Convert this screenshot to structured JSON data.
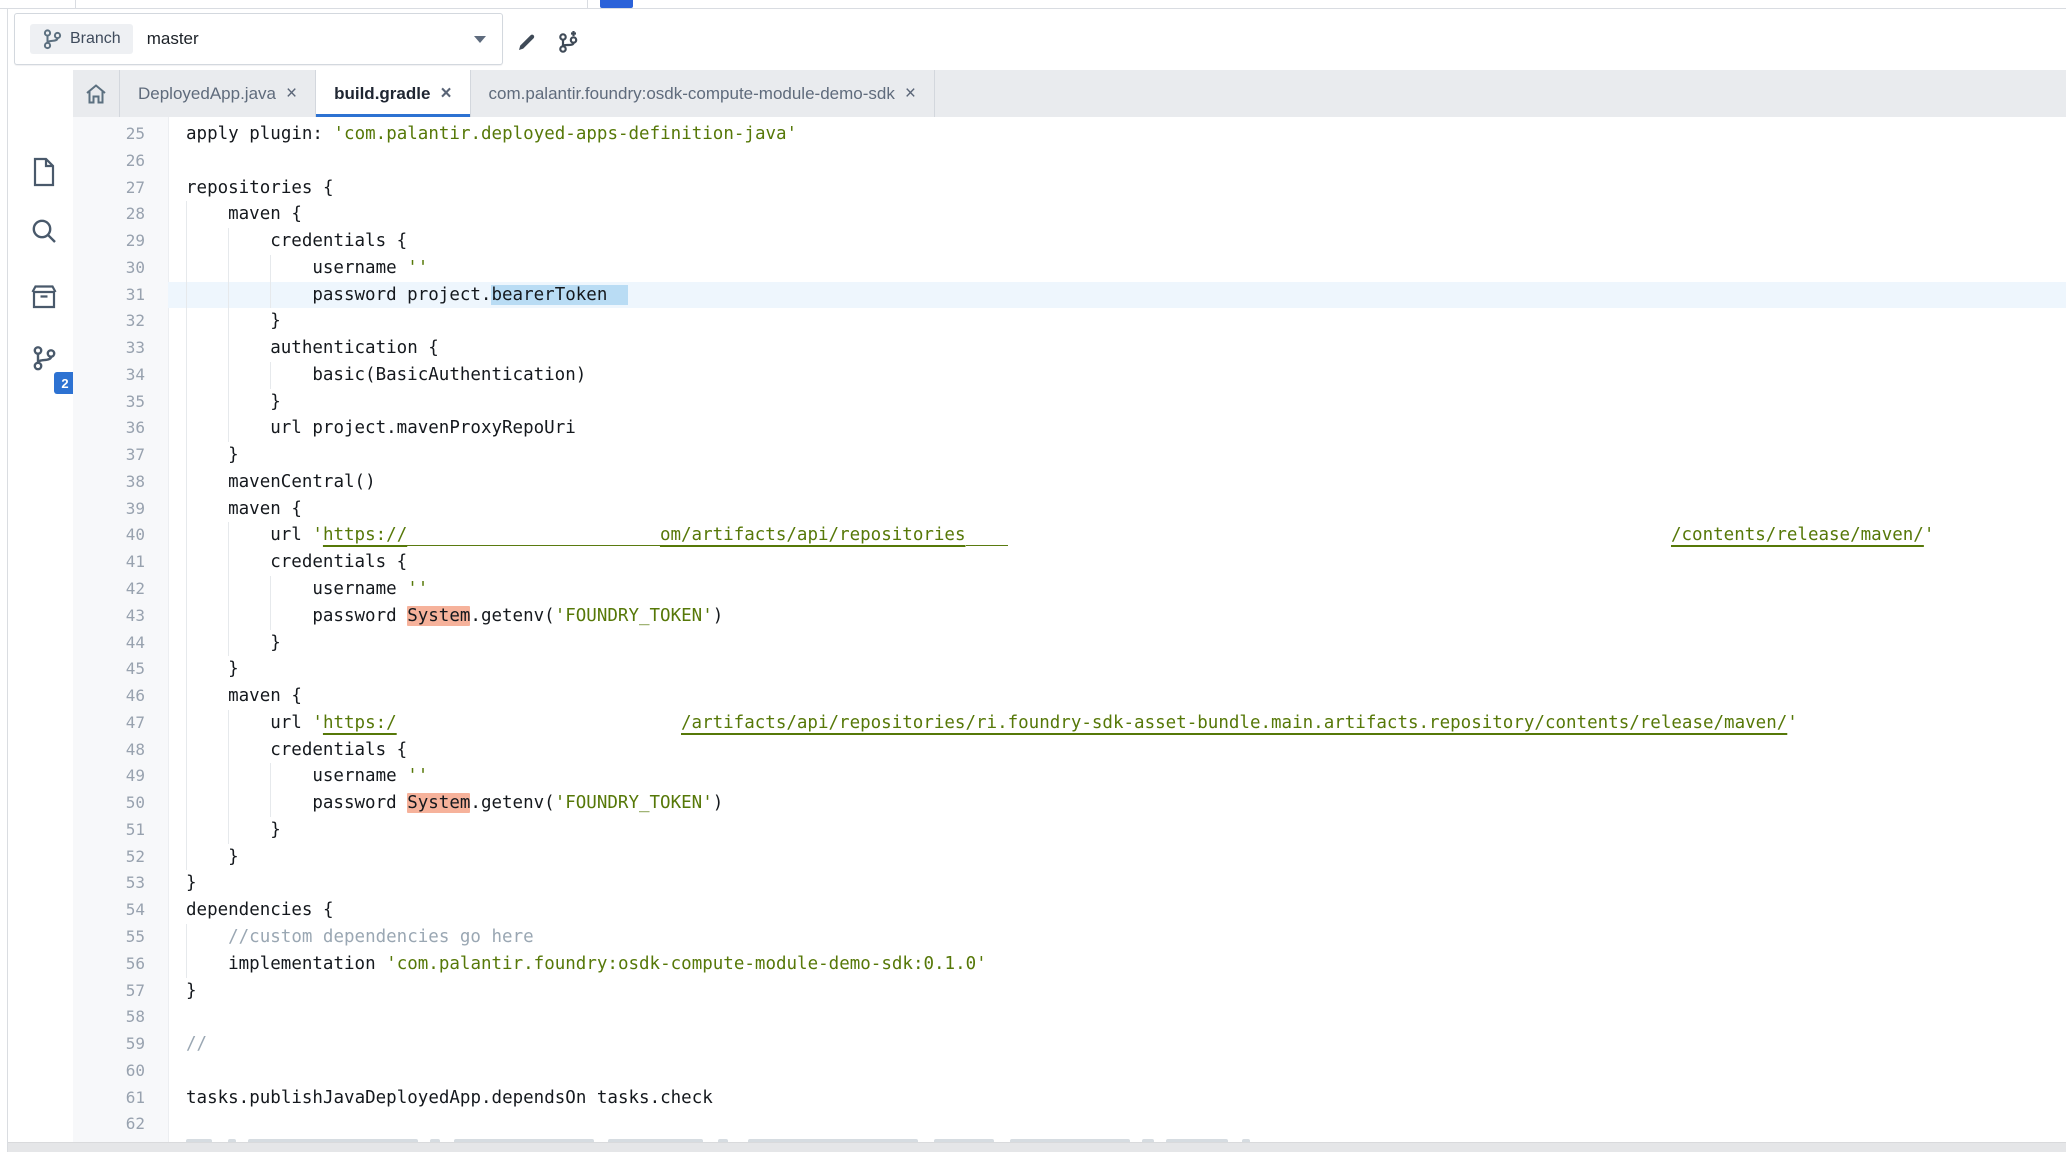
{
  "ui": {
    "close_glyph": "×"
  },
  "toolbar": {
    "branch_label": "Branch",
    "branch_value": "master"
  },
  "tabs": [
    {
      "label": "DeployedApp.java"
    },
    {
      "label": "build.gradle",
      "active": true
    },
    {
      "label": "com.palantir.foundry:osdk-compute-module-demo-sdk"
    }
  ],
  "sidebar": {
    "badge_count": "2"
  },
  "colors": {
    "accent": "#2d72d2",
    "selection": "#b9dcf4",
    "match_highlight": "#f6b29b",
    "string": "#567808"
  },
  "editor": {
    "lines": [
      {
        "n": 25,
        "ind": 0,
        "toks": [
          [
            "p",
            "apply plugin: "
          ],
          [
            "s",
            "'com.palantir.deployed-apps-definition-java'"
          ]
        ]
      },
      {
        "n": 26,
        "ind": 0,
        "toks": []
      },
      {
        "n": 27,
        "ind": 0,
        "toks": [
          [
            "p",
            "repositories {"
          ]
        ]
      },
      {
        "n": 28,
        "ind": 4,
        "toks": [
          [
            "p",
            "maven {"
          ]
        ]
      },
      {
        "n": 29,
        "ind": 8,
        "toks": [
          [
            "p",
            "credentials {"
          ]
        ]
      },
      {
        "n": 30,
        "ind": 12,
        "toks": [
          [
            "p",
            "username "
          ],
          [
            "s",
            "''"
          ]
        ]
      },
      {
        "n": 31,
        "ind": 12,
        "hl": true,
        "toks": [
          [
            "p",
            "password project."
          ],
          [
            "sel",
            "bearerToken  "
          ]
        ]
      },
      {
        "n": 32,
        "ind": 8,
        "toks": [
          [
            "p",
            "}"
          ]
        ]
      },
      {
        "n": 33,
        "ind": 8,
        "toks": [
          [
            "p",
            "authentication {"
          ]
        ]
      },
      {
        "n": 34,
        "ind": 12,
        "toks": [
          [
            "p",
            "basic(BasicAuthentication)"
          ]
        ]
      },
      {
        "n": 35,
        "ind": 8,
        "toks": [
          [
            "p",
            "}"
          ]
        ]
      },
      {
        "n": 36,
        "ind": 8,
        "toks": [
          [
            "p",
            "url project.mavenProxyRepoUri"
          ]
        ]
      },
      {
        "n": 37,
        "ind": 4,
        "toks": [
          [
            "p",
            "}"
          ]
        ]
      },
      {
        "n": 38,
        "ind": 4,
        "toks": [
          [
            "p",
            "mavenCentral()"
          ]
        ]
      },
      {
        "n": 39,
        "ind": 4,
        "toks": [
          [
            "p",
            "maven {"
          ]
        ]
      },
      {
        "n": 40,
        "ind": 8,
        "toks": [
          [
            "p",
            "url "
          ],
          [
            "s",
            "'"
          ],
          [
            "u",
            "https://"
          ],
          [
            "gapu",
            24
          ],
          [
            "u",
            "om/artifacts/api/repositories"
          ],
          [
            "gapu",
            4
          ],
          [
            "gap",
            63
          ],
          [
            "u",
            "/contents/release/maven/"
          ],
          [
            "s",
            "'"
          ]
        ]
      },
      {
        "n": 41,
        "ind": 8,
        "toks": [
          [
            "p",
            "credentials {"
          ]
        ]
      },
      {
        "n": 42,
        "ind": 12,
        "toks": [
          [
            "p",
            "username "
          ],
          [
            "s",
            "''"
          ]
        ]
      },
      {
        "n": 43,
        "ind": 12,
        "toks": [
          [
            "p",
            "password "
          ],
          [
            "sys",
            "System"
          ],
          [
            "p",
            ".getenv("
          ],
          [
            "s",
            "'FOUNDRY_TOKEN'"
          ],
          [
            "p",
            ")"
          ]
        ]
      },
      {
        "n": 44,
        "ind": 8,
        "toks": [
          [
            "p",
            "}"
          ]
        ]
      },
      {
        "n": 45,
        "ind": 4,
        "toks": [
          [
            "p",
            "}"
          ]
        ]
      },
      {
        "n": 46,
        "ind": 4,
        "toks": [
          [
            "p",
            "maven {"
          ]
        ]
      },
      {
        "n": 47,
        "ind": 8,
        "toks": [
          [
            "p",
            "url "
          ],
          [
            "s",
            "'"
          ],
          [
            "u",
            "https:/"
          ],
          [
            "gap",
            27
          ],
          [
            "u",
            "/artifacts/api/repositories/ri.foundry-sdk-asset-bundle.main.artifacts.repository/contents/release/maven/"
          ],
          [
            "s",
            "'"
          ]
        ]
      },
      {
        "n": 48,
        "ind": 8,
        "toks": [
          [
            "p",
            "credentials {"
          ]
        ]
      },
      {
        "n": 49,
        "ind": 12,
        "toks": [
          [
            "p",
            "username "
          ],
          [
            "s",
            "''"
          ]
        ]
      },
      {
        "n": 50,
        "ind": 12,
        "toks": [
          [
            "p",
            "password "
          ],
          [
            "sys",
            "System"
          ],
          [
            "p",
            ".getenv("
          ],
          [
            "s",
            "'FOUNDRY_TOKEN'"
          ],
          [
            "p",
            ")"
          ]
        ]
      },
      {
        "n": 51,
        "ind": 8,
        "toks": [
          [
            "p",
            "}"
          ]
        ]
      },
      {
        "n": 52,
        "ind": 4,
        "toks": [
          [
            "p",
            "}"
          ]
        ]
      },
      {
        "n": 53,
        "ind": 0,
        "toks": [
          [
            "p",
            "}"
          ]
        ]
      },
      {
        "n": 54,
        "ind": 0,
        "toks": [
          [
            "p",
            "dependencies {"
          ]
        ]
      },
      {
        "n": 55,
        "ind": 4,
        "toks": [
          [
            "c",
            "//custom dependencies go here"
          ]
        ]
      },
      {
        "n": 56,
        "ind": 4,
        "toks": [
          [
            "p",
            "implementation "
          ],
          [
            "s",
            "'com.palantir.foundry:osdk-compute-module-demo-sdk:0.1.0'"
          ]
        ]
      },
      {
        "n": 57,
        "ind": 0,
        "toks": [
          [
            "p",
            "}"
          ]
        ]
      },
      {
        "n": 58,
        "ind": 0,
        "toks": []
      },
      {
        "n": 59,
        "ind": 0,
        "toks": [
          [
            "c",
            "//"
          ]
        ]
      },
      {
        "n": 60,
        "ind": 0,
        "toks": []
      },
      {
        "n": 61,
        "ind": 0,
        "toks": [
          [
            "p",
            "tasks.publishJavaDeployedApp.dependsOn tasks.check"
          ]
        ]
      },
      {
        "n": 62,
        "ind": 0,
        "toks": []
      }
    ]
  }
}
